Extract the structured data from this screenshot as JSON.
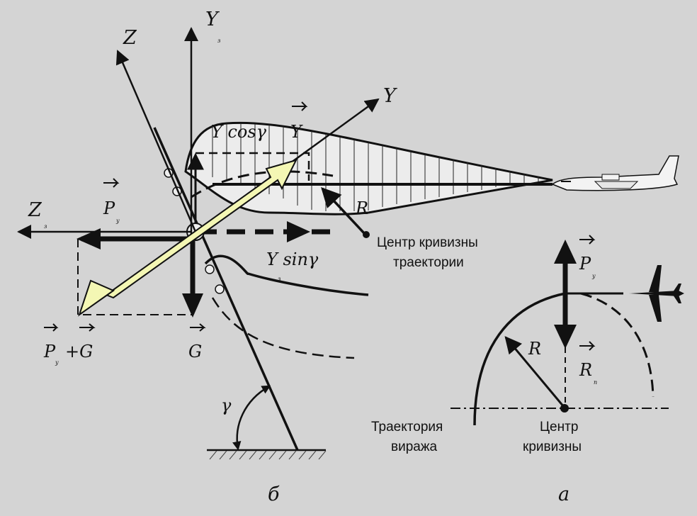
{
  "labels": {
    "axis_z_body": "Z",
    "axis_y_earth": "Y",
    "axis_y_earth_sub": "з",
    "axis_y_lift": "Y",
    "axis_z_earth": "Z",
    "axis_z_earth_sub": "з",
    "y_cos": "Y cosγ",
    "y_vec": "Y",
    "y_sin": "Y sinγ",
    "y_sin_sub": "з",
    "p_vec": "P",
    "p_sub": "у",
    "p_plus_g": "P",
    "p_plus_g_sub": "у",
    "p_plus_g_rest": "+G",
    "g_vec": "G",
    "r_label": "R",
    "gamma": "γ",
    "fig_b": "б",
    "fig_a": "а",
    "center_curv_traj_1": "Центр кривизны",
    "center_curv_traj_2": "траектории",
    "a_p_vec": "P",
    "a_p_sub": "у",
    "a_r_label": "R",
    "a_r_vec": "R",
    "a_r_sub": "n",
    "turn_traj_1": "Траектория",
    "turn_traj_2": "виража",
    "center_curv_1": "Центр",
    "center_curv_2": "кривизны"
  },
  "colors": {
    "background": "#d4d4d4",
    "ink": "#111111",
    "lift_arrow_fill": "#f4f7b4"
  }
}
